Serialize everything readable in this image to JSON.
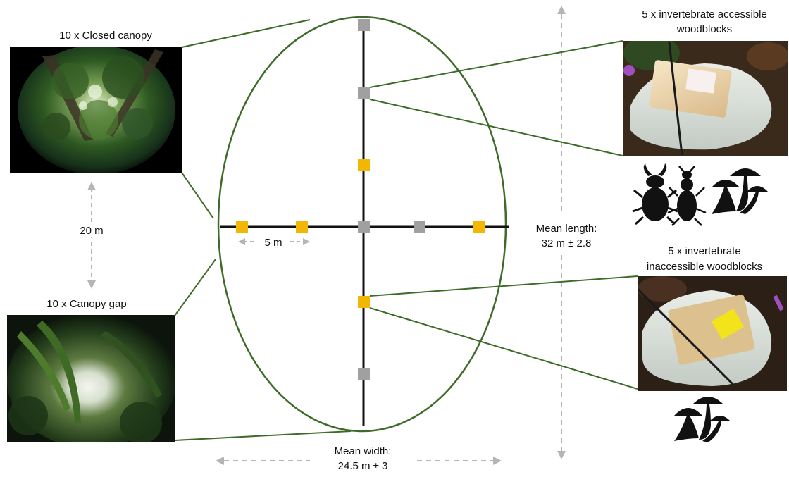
{
  "labels": {
    "closed_canopy": "10 x Closed canopy",
    "canopy_gap": "10 x Canopy gap",
    "distance_between_sites": "20 m",
    "block_spacing": "5 m",
    "mean_length_line1": "Mean length:",
    "mean_length_line2": "32 m ± 2.8",
    "mean_width_line1": "Mean width:",
    "mean_width_line2": "24.5 m ± 3",
    "accessible_line1": "5 x invertebrate accessible",
    "accessible_line2": "woodblocks",
    "inaccessible_line1": "5 x invertebrate",
    "inaccessible_line2": "inaccessible woodblocks"
  },
  "colors": {
    "ellipse_outline": "#3f6b2a",
    "transect_line": "#111111",
    "accessible_block": "#a0a0a0",
    "inaccessible_block": "#f2b705",
    "dimension_arrow": "#b5b5b5",
    "silhouette": "#111111"
  },
  "photos": {
    "closed_canopy": "hemispherical-photo-closed-canopy",
    "canopy_gap": "hemispherical-photo-canopy-gap",
    "accessible_block": "photo-woodblock-in-mesh-bag",
    "inaccessible_block": "photo-woodblock-in-sealed-bag"
  },
  "icons": [
    "stag-beetle-icon",
    "ant-beetle-icon",
    "fungi-icon"
  ]
}
